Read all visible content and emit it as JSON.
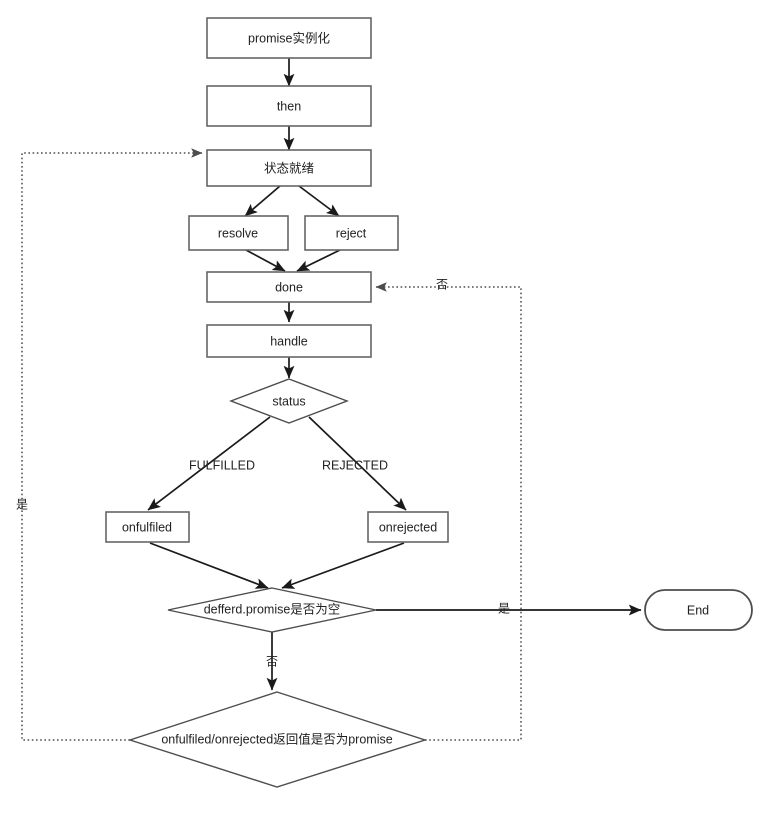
{
  "diagram": {
    "title": "Promise flow chart",
    "colors": {
      "background": "#ffffff",
      "box_stroke": "#666666",
      "diamond_stroke": "#4d4d4d",
      "edge_solid": "#1a1a1a",
      "edge_dotted": "#4d4d4d",
      "text": "#222222"
    },
    "nodes": {
      "promise_init": "promise实例化",
      "then": "then",
      "state_ready": "状态就绪",
      "resolve": "resolve",
      "reject": "reject",
      "done": "done",
      "handle": "handle",
      "status": "status",
      "onfulfiled": "onfulfiled",
      "onrejected": "onrejected",
      "deferred_empty": "defferd.promise是否为空",
      "return_is_promise": "onfulfiled/onrejected返回值是否为promise",
      "end": "End"
    },
    "edge_labels": {
      "fulfilled": "FULFILLED",
      "rejected": "REJECTED",
      "done_no": "否",
      "deferred_yes": "是",
      "deferred_no": "否",
      "return_yes": "是"
    }
  }
}
